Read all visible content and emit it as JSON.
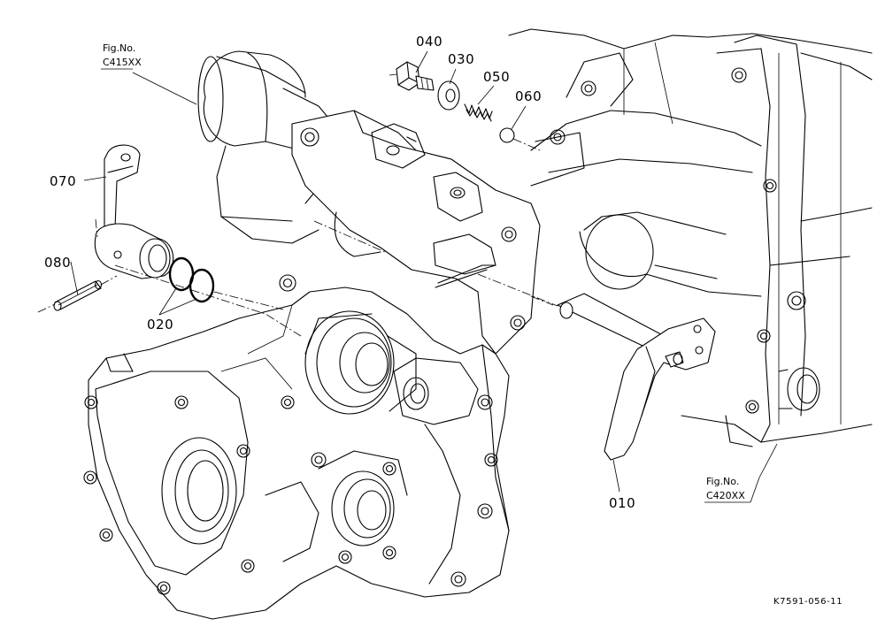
{
  "parts": {
    "p010": "010",
    "p020": "020",
    "p030": "030",
    "p040": "040",
    "p050": "050",
    "p060": "060",
    "p070": "070",
    "p080": "080"
  },
  "figure_refs": {
    "left": {
      "line1": "Fig.No.",
      "line2": "C415XX"
    },
    "right": {
      "line1": "Fig.No.",
      "line2": "C420XX"
    }
  },
  "drawing_number": "K7591-056-11"
}
